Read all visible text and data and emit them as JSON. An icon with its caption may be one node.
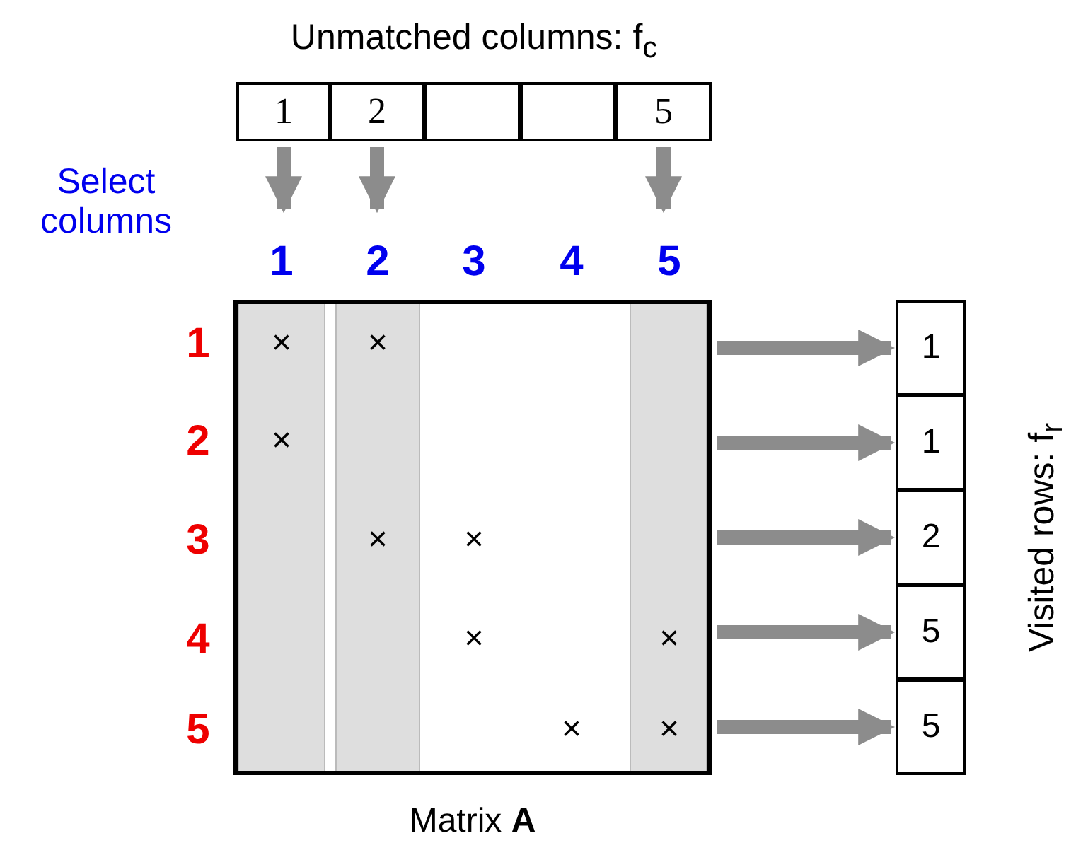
{
  "diagram": {
    "nodes": [
      {
        "text": [
          "1"
        ]
      },
      {
        "text": [
          "2"
        ]
      },
      {
        "text": [],
        "shape": "box"
      },
      {
        "text": [],
        "shape": "box"
      },
      {
        "text": [
          "5"
        ]
      },
      {
        "text": [],
        "shape": "box",
        "beside": [
          "Matrix **A**"
        ]
      },
      {
        "text": [
          "1"
        ]
      },
      {
        "text": [
          "1"
        ]
      },
      {
        "text": [
          "2"
        ]
      },
      {
        "text": [
          "5"
        ]
      },
      {
        "text": [
          "5"
        ]
      }
    ],
    "edges": [
      {
        "from": 0,
        "to": null,
        "arrow": "to"
      },
      {
        "from": 1,
        "to": null,
        "arrow": "to"
      },
      {
        "from": 4,
        "to": null,
        "arrow": "to"
      },
      {
        "from": 5,
        "to": 6,
        "arrow": "to"
      },
      {
        "from": 5,
        "to": 7,
        "arrow": "to"
      },
      {
        "from": 5,
        "to": 8,
        "arrow": "to"
      },
      {
        "from": 5,
        "to": 9,
        "arrow": "to"
      },
      {
        "from": 5,
        "to": 10,
        "arrow": "to"
      }
    ],
    "labels": [
      "Unmatched columns: f$_{c}$",
      "Select columns",
      "1",
      "2",
      "3",
      "4",
      "5",
      "1",
      "×",
      "×",
      "2",
      "×",
      "3",
      "×",
      "×",
      "4",
      "×",
      "×",
      "5",
      "×",
      "×",
      "Visited rows: f$_{r}$"
    ]
  }
}
